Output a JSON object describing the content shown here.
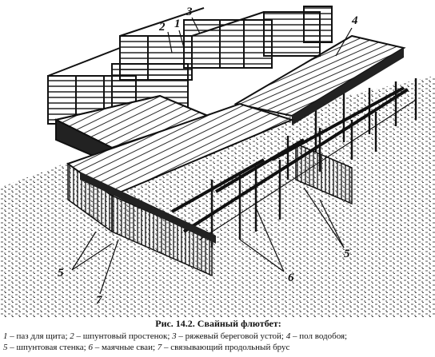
{
  "figure": {
    "callouts": [
      "1",
      "2",
      "3",
      "4",
      "5",
      "5",
      "6",
      "7"
    ]
  },
  "caption": {
    "title": "Рис. 14.2. Свайный флютбет:",
    "legend": [
      {
        "num": "1",
        "text": " – паз для щита; "
      },
      {
        "num": "2",
        "text": " – шпунтовый простенок; "
      },
      {
        "num": "3",
        "text": " – ряжевый береговой устой; "
      },
      {
        "num": "4",
        "text": " – пол водобоя;"
      },
      {
        "num": "5",
        "text": " – шпунтовая стенка; "
      },
      {
        "num": "6",
        "text": " – маячные сваи; "
      },
      {
        "num": "7",
        "text": " – связывающий продольный брус"
      }
    ]
  }
}
